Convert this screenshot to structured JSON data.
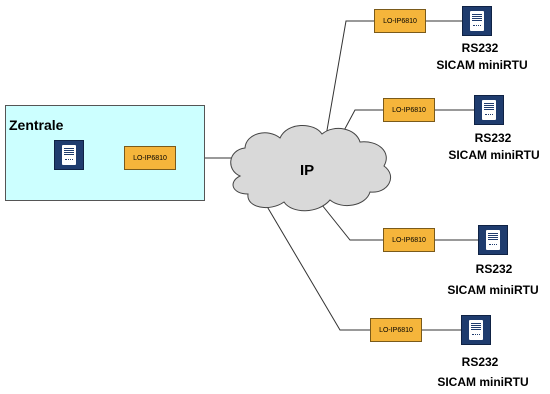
{
  "central": {
    "title": "Zentrale",
    "converter_label": "LO-IP6810",
    "device_icon": "rtu-device-icon"
  },
  "network": {
    "label": "IP"
  },
  "remote_sites": [
    {
      "converter_label": "LO-IP6810",
      "interface_label": "RS232",
      "device_label": "SICAM miniRTU"
    },
    {
      "converter_label": "LO-IP6810",
      "interface_label": "RS232",
      "device_label": "SICAM miniRTU"
    },
    {
      "converter_label": "LO-IP6810",
      "interface_label": "RS232",
      "device_label": "SICAM miniRTU"
    },
    {
      "converter_label": "LO-IP6810",
      "interface_label": "RS232",
      "device_label": "SICAM miniRTU"
    }
  ],
  "colors": {
    "central_background": "#ccffff",
    "converter": "#f5b53b",
    "device": "#1f3c6e",
    "cloud": "#d9d9d9"
  }
}
